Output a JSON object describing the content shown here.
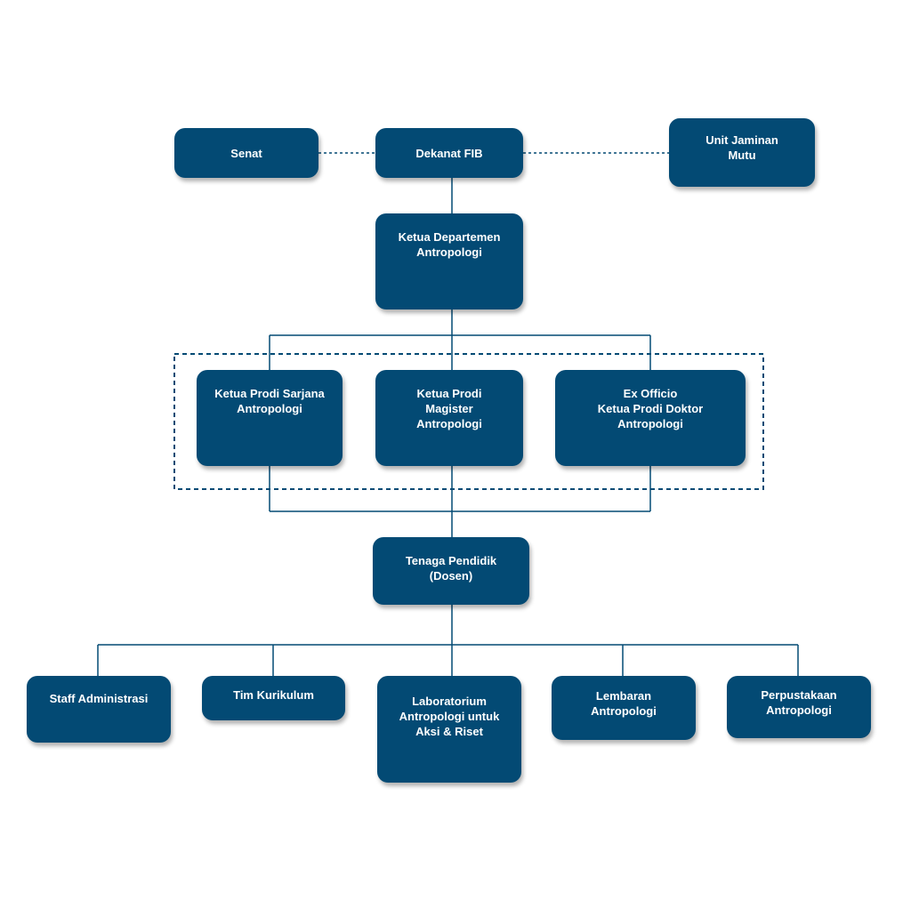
{
  "colors": {
    "box": "#034a74",
    "line": "#034a74",
    "text": "#ffffff"
  },
  "nodes": {
    "senat": "Senat",
    "dekanat": "Dekanat FIB",
    "ujm": "Unit Jaminan\nMutu",
    "ketua_dept": "Ketua Departemen\nAntropologi",
    "prodi_sarjana": "Ketua Prodi Sarjana\nAntropologi",
    "prodi_magister": "Ketua Prodi\nMagister\nAntropologi",
    "prodi_doktor": "Ex Officio\nKetua Prodi Doktor\nAntropologi",
    "tenaga": "Tenaga Pendidik\n(Dosen)",
    "staff": "Staff Administrasi",
    "kurikulum": "Tim Kurikulum",
    "lab": "Laboratorium\nAntropologi untuk\nAksi & Riset",
    "lembaran": "Lembaran\nAntropologi",
    "perpus": "Perpustakaan\nAntropologi"
  }
}
